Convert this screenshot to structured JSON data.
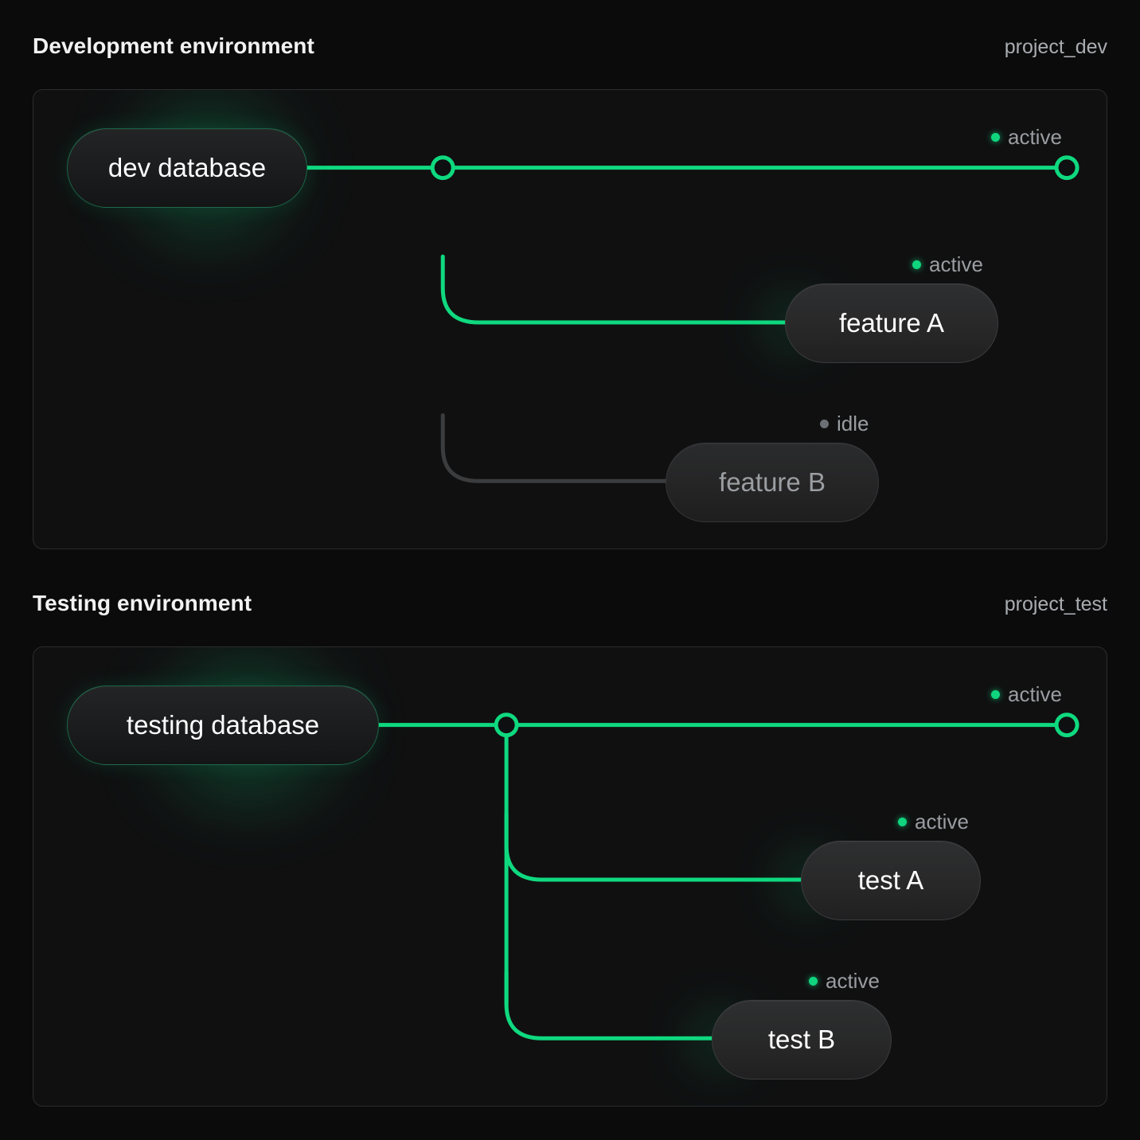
{
  "theme": {
    "background": "#0b0b0c",
    "panel_background": "#101011",
    "panel_border": "#2b2c2e",
    "accent_green": "#0fd97f",
    "idle_gray": "#3b3c3e",
    "text_primary": "#f2f2f3",
    "text_muted": "#9a9da1"
  },
  "sections": [
    {
      "title": "Development environment",
      "project": "project_dev",
      "nodes": {
        "database": {
          "label": "dev database",
          "state": "active"
        },
        "branch_a": {
          "label": "feature A",
          "state": "active"
        },
        "branch_b": {
          "label": "feature B",
          "state": "idle"
        }
      },
      "statuses": {
        "trunk": "active",
        "branch_a": "active",
        "branch_b": "idle"
      }
    },
    {
      "title": "Testing environment",
      "project": "project_test",
      "nodes": {
        "database": {
          "label": "testing database",
          "state": "active"
        },
        "branch_a": {
          "label": "test A",
          "state": "active"
        },
        "branch_b": {
          "label": "test B",
          "state": "active"
        }
      },
      "statuses": {
        "trunk": "active",
        "branch_a": "active",
        "branch_b": "active"
      }
    }
  ]
}
